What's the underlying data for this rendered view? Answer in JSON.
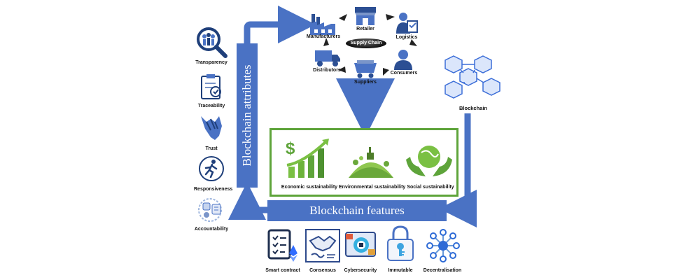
{
  "attributes": {
    "title": "Blockchain attributes",
    "items": [
      {
        "label": "Transparency",
        "icon": "magnifier-people-icon"
      },
      {
        "label": "Traceability",
        "icon": "clipboard-check-icon"
      },
      {
        "label": "Trust",
        "icon": "handshake-icon"
      },
      {
        "label": "Responsiveness",
        "icon": "running-person-icon"
      },
      {
        "label": "Accountability",
        "icon": "accountability-icon"
      }
    ]
  },
  "supply_chain": {
    "center_label": "Supply Chain",
    "nodes": [
      {
        "label": "Manufacturers",
        "icon": "factory-icon"
      },
      {
        "label": "Retailer",
        "icon": "store-icon"
      },
      {
        "label": "Logistics",
        "icon": "logistics-person-icon"
      },
      {
        "label": "Consumers",
        "icon": "consumer-icon"
      },
      {
        "label": "Suppliers",
        "icon": "truck-cart-icon"
      },
      {
        "label": "Distributors",
        "icon": "delivery-truck-icon"
      }
    ]
  },
  "blockchain": {
    "label": "Blockchain",
    "icon": "blockchain-cubes-icon"
  },
  "sustainability": [
    {
      "label": "Economic sustainability",
      "icon": "dollar-growth-icon"
    },
    {
      "label": "Environmental sustainability",
      "icon": "green-planet-icon"
    },
    {
      "label": "Social sustainability",
      "icon": "hands-globe-icon"
    }
  ],
  "features": {
    "title": "Blockchain features",
    "items": [
      {
        "label": "Smart contract",
        "icon": "smart-contract-icon"
      },
      {
        "label": "Consensus",
        "icon": "consensus-handshake-icon"
      },
      {
        "label": "Cybersecurity",
        "icon": "cybersecurity-icon"
      },
      {
        "label": "Immutable",
        "icon": "lock-key-icon"
      },
      {
        "label": "Decentralisation",
        "icon": "network-hub-icon"
      }
    ]
  },
  "colors": {
    "arrow": "#4a72c4",
    "green_border": "#5ea43a",
    "dark_blue": "#1f3f7a"
  }
}
